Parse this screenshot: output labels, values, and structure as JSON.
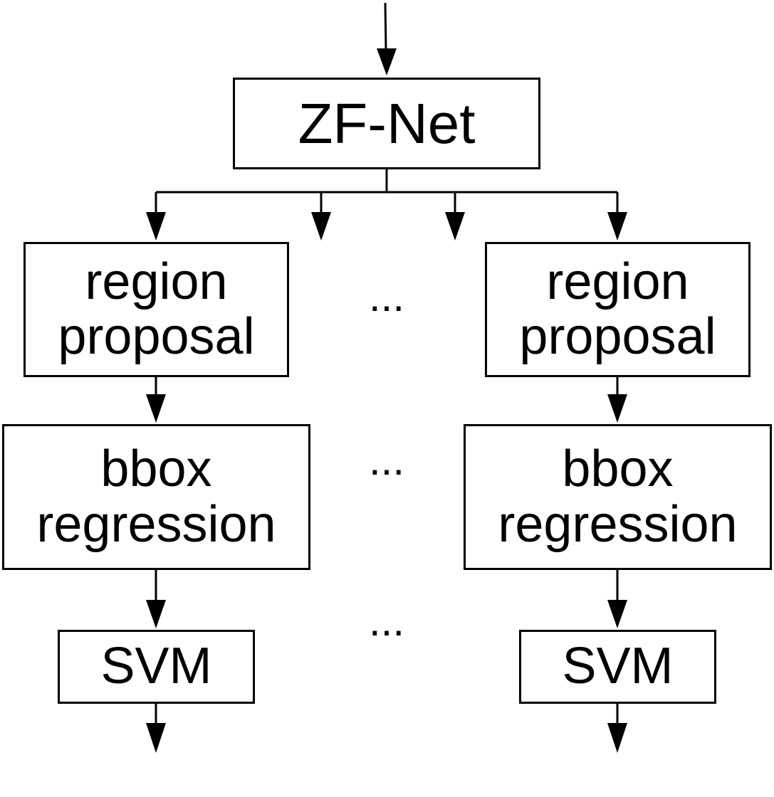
{
  "nodes": {
    "zfnet": "ZF-Net",
    "region_proposal": [
      "region",
      "proposal"
    ],
    "bbox_regression": [
      "bbox",
      "regression"
    ],
    "svm": "SVM"
  },
  "ellipsis": "..."
}
